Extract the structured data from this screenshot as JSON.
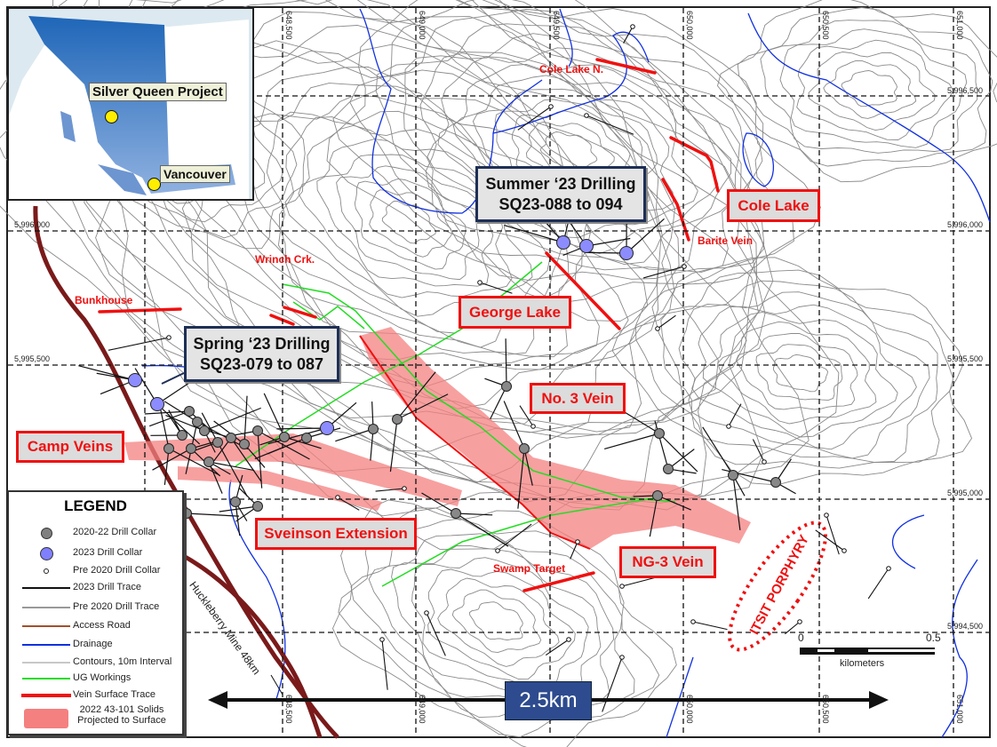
{
  "inset": {
    "project_label": "Silver Queen Project",
    "city_label": "Vancouver"
  },
  "grid": {
    "eastings": [
      "648,500",
      "649,000",
      "649,500",
      "650,000",
      "650,500",
      "651,000"
    ],
    "northings_right": [
      "5,996,500",
      "5,996,000",
      "5,995,500",
      "5,995,000",
      "5,994,500"
    ],
    "northings_left": [
      "5,996,000",
      "5,995,500"
    ]
  },
  "callouts": {
    "summer_line1": "Summer ‘23 Drilling",
    "summer_line2": "SQ23-088 to 094",
    "spring_line1": "Spring ‘23 Drilling",
    "spring_line2": "SQ23-079 to 087"
  },
  "veins": {
    "cole_lake": "Cole Lake",
    "george_lake": "George Lake",
    "no3": "No. 3 Vein",
    "camp": "Camp Veins",
    "sveinson": "Sveinson Extension",
    "ng3": "NG-3 Vein",
    "porphyry": "ITSIT PORPHYRY"
  },
  "small_labels": {
    "cole_lake_n": "Cole Lake N.",
    "barite": "Barite Vein",
    "wrinch": "Wrinch Crk.",
    "bunkhouse": "Bunkhouse",
    "swamp": "Swamp Target",
    "huckleberry": "Huckleberry Mine 48km"
  },
  "scale": {
    "start": "0",
    "end": "0.5",
    "unit": "kilometers",
    "span_label": "2.5km"
  },
  "legend": {
    "title": "LEGEND",
    "items": [
      {
        "label": "2020-22 Drill Collar",
        "color": "#808080"
      },
      {
        "label": "2023 Drill Collar",
        "color": "#8080ff"
      },
      {
        "label": "Pre 2020 Drill Collar",
        "color": "#ffffff"
      },
      {
        "label": "2023 Drill Trace",
        "color": "#111111"
      },
      {
        "label": "Pre 2020 Drill Trace",
        "color": "#999999"
      },
      {
        "label": "Access Road",
        "color": "#a0522d"
      },
      {
        "label": "Drainage",
        "color": "#1030e0"
      },
      {
        "label": "Contours, 10m Interval",
        "color": "#c8c8c8"
      },
      {
        "label": "UG Workings",
        "color": "#22dd22"
      },
      {
        "label": "Vein Surface Trace",
        "color": "#f01010"
      },
      {
        "label": "2022 43-101 Solids Projected to Surface",
        "color": "#f48080"
      }
    ]
  }
}
